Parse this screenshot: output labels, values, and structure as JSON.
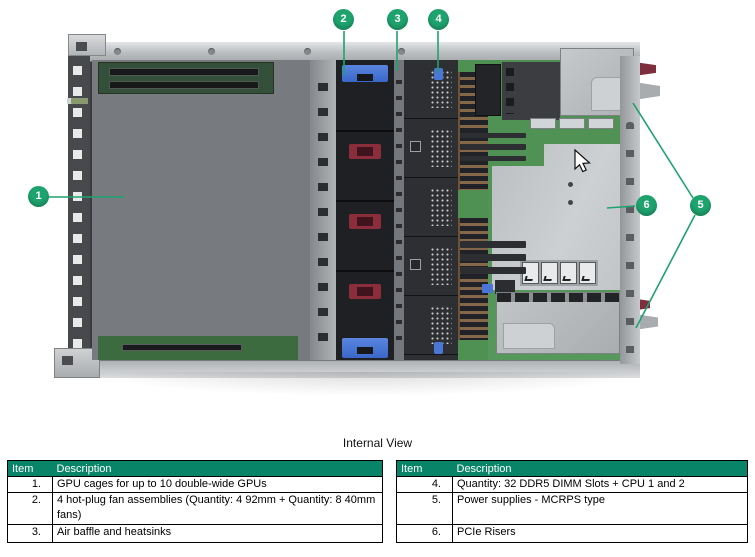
{
  "figure": {
    "caption": "Internal View",
    "callout_color": "#1ea26e",
    "callouts": [
      {
        "n": "1"
      },
      {
        "n": "2"
      },
      {
        "n": "3"
      },
      {
        "n": "4"
      },
      {
        "n": "5"
      },
      {
        "n": "6"
      }
    ]
  },
  "legend": {
    "left": {
      "headers": [
        "Item",
        "Description"
      ],
      "rows": [
        [
          "1.",
          "GPU cages for up to 10 double-wide GPUs"
        ],
        [
          "2.",
          "4 hot-plug fan assemblies (Quantity: 4 92mm + Quantity: 8 40mm fans)"
        ],
        [
          "3.",
          "Air baffle and heatsinks"
        ]
      ]
    },
    "right": {
      "headers": [
        "Item",
        "Description"
      ],
      "rows": [
        [
          "4.",
          "Quantity: 32 DDR5 DIMM Slots + CPU 1 and 2"
        ],
        [
          "5.",
          "Power supplies - MCRPS type"
        ],
        [
          "6.",
          "PCIe Risers"
        ]
      ]
    }
  },
  "colors": {
    "table_header_bg": "#088568",
    "table_header_text": "#ffffff",
    "callout_green": "#1ea26e",
    "handle_blue": "#4472d6",
    "latch_red": "#8c2d3c",
    "gpu_tan": "#d4bf9a",
    "pcb_green": "#4f9153",
    "psu_metal": "#bcbfc2"
  }
}
